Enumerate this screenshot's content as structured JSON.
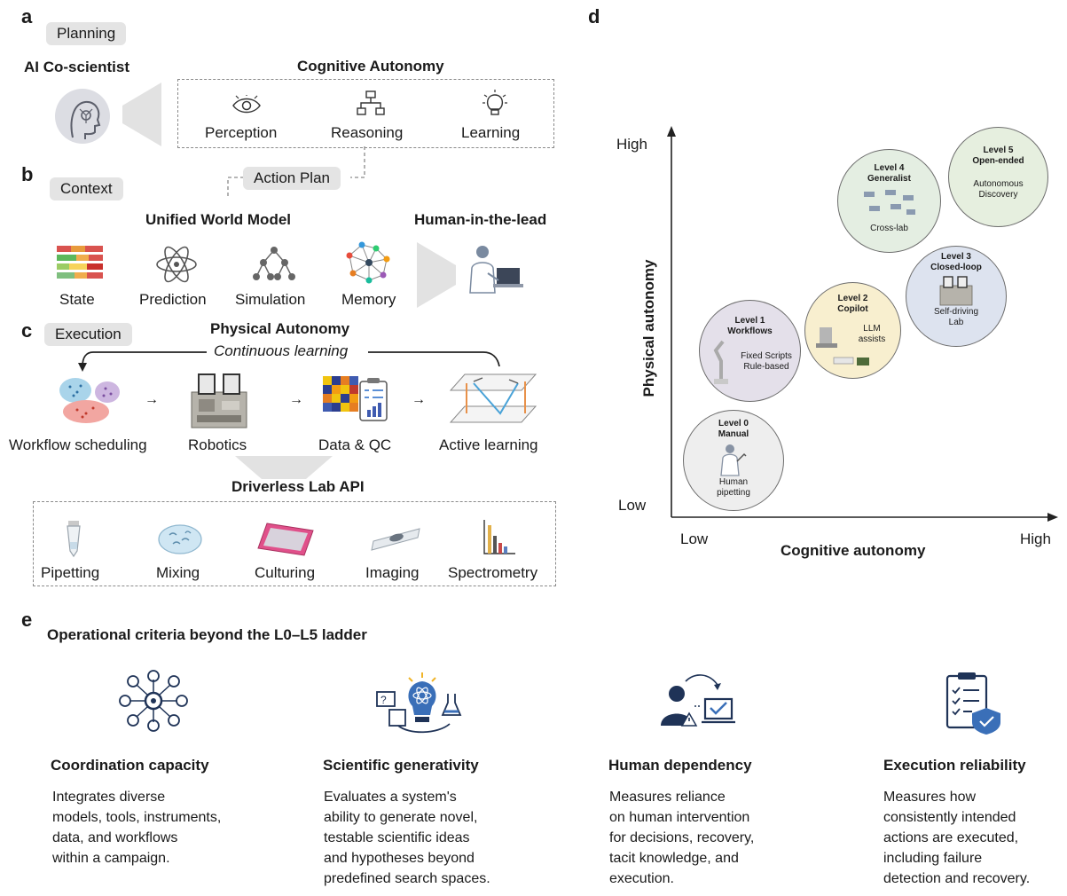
{
  "panel_a": {
    "letter": "a",
    "pill": "Planning",
    "ai_title": "AI Co-scientist",
    "autonomy_title": "Cognitive Autonomy",
    "items": [
      "Perception",
      "Reasoning",
      "Learning"
    ],
    "action_plan": "Action Plan"
  },
  "panel_b": {
    "letter": "b",
    "pill": "Context",
    "world_title": "Unified World Model",
    "human_title": "Human-in-the-lead",
    "items": [
      "State",
      "Prediction",
      "Simulation",
      "Memory"
    ]
  },
  "panel_c": {
    "letter": "c",
    "pill": "Execution",
    "title": "Physical Autonomy",
    "loop_label": "Continuous learning",
    "steps": [
      "Workflow scheduling",
      "Robotics",
      "Data & QC",
      "Active learning"
    ],
    "api_title": "Driverless Lab API",
    "api_items": [
      "Pipetting",
      "Mixing",
      "Culturing",
      "Imaging",
      "Spectrometry"
    ]
  },
  "panel_d": {
    "letter": "d",
    "y_axis_label": "Physical autonomy",
    "x_axis_label": "Cognitive autonomy",
    "y_high": "High",
    "y_low": "Low",
    "x_low": "Low",
    "x_high": "High",
    "levels": [
      {
        "title": "Level 0\nManual",
        "desc": "Human\npipetting",
        "fill": "#eeeeee"
      },
      {
        "title": "Level 1\nWorkflows",
        "desc": "Fixed Scripts\nRule-based",
        "fill": "#e4e0ea"
      },
      {
        "title": "Level 2\nCopilot",
        "desc": "LLM\nassists",
        "fill": "#f8efcf"
      },
      {
        "title": "Level 3\nClosed-loop",
        "desc": "Self-driving\nLab",
        "fill": "#dde3ef"
      },
      {
        "title": "Level 4\nGeneralist",
        "desc": "Cross-lab",
        "fill": "#e4eee2"
      },
      {
        "title": "Level 5\nOpen-ended",
        "desc": "Autonomous\nDiscovery",
        "fill": "#e6efdf"
      }
    ]
  },
  "panel_e": {
    "letter": "e",
    "title": "Operational criteria beyond the L0–L5 ladder",
    "criteria": [
      {
        "title": "Coordination capacity",
        "desc": "Integrates diverse\nmodels, tools, instruments,\ndata, and workflows\nwithin a campaign.",
        "icon": "network-gear-icon"
      },
      {
        "title": "Scientific generativity",
        "desc": "Evaluates a system's\nability to generate novel,\ntestable scientific ideas\nand hypotheses beyond\npredefined search spaces.",
        "icon": "idea-bulb-icon"
      },
      {
        "title": "Human dependency",
        "desc": "Measures reliance\non human intervention\nfor decisions, recovery,\ntacit knowledge, and\nexecution.",
        "icon": "user-computer-icon"
      },
      {
        "title": "Execution reliability",
        "desc": "Measures how\nconsistently intended\nactions are executed,\nincluding failure\ndetection and recovery.",
        "icon": "checklist-shield-icon"
      }
    ]
  },
  "colors": {
    "navy": "#1f3357",
    "grey_pill": "#e4e4e4",
    "dash": "#8a8a8a"
  }
}
